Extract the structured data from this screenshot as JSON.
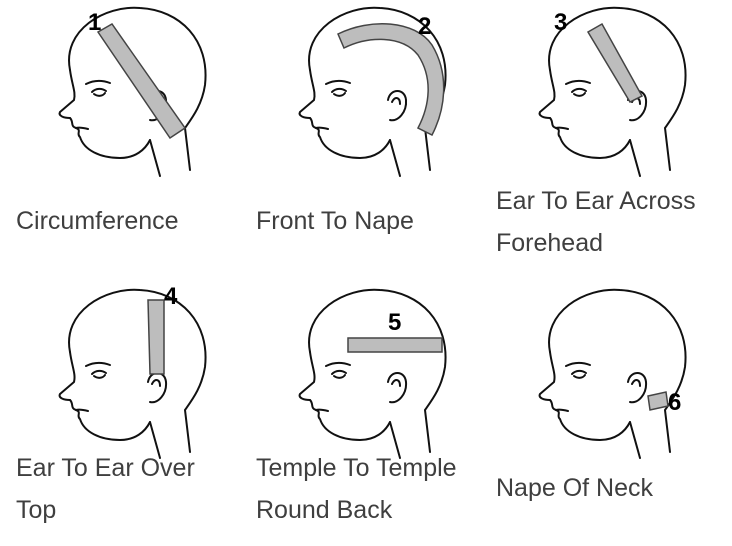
{
  "items": [
    {
      "number": "1",
      "label": "Circumference"
    },
    {
      "number": "2",
      "label": "Front To Nape"
    },
    {
      "number": "3",
      "label": "Ear To Ear Across Forehead"
    },
    {
      "number": "4",
      "label": "Ear To Ear Over Top"
    },
    {
      "number": "5",
      "label": "Temple To Temple Round Back"
    },
    {
      "number": "6",
      "label": "Nape Of Neck"
    }
  ]
}
